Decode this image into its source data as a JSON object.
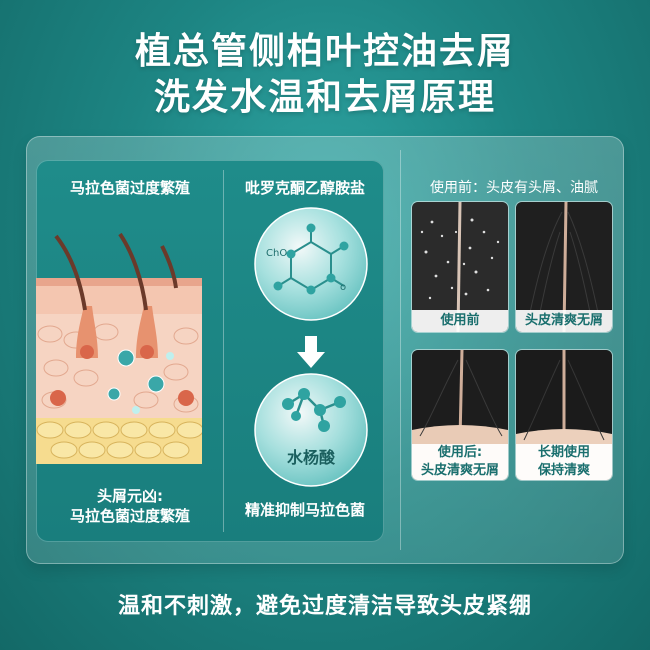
{
  "title": {
    "line1": "植总管侧柏叶控油去屑",
    "line2": "洗发水温和去屑原理"
  },
  "left_panel": {
    "top_label": "马拉色菌过度繁殖",
    "bottom_label_line1": "头屑元凶:",
    "bottom_label_line2": "马拉色菌过度繁殖"
  },
  "middle_panel": {
    "top_label": "吡罗克酮乙醇胺盐",
    "molecule_text": "ChO",
    "molecule_atom": "o",
    "product_label": "水杨酸",
    "bottom_label": "精准抑制马拉色菌"
  },
  "right_panel": {
    "header": "使用前：头皮有头屑、油腻",
    "photos": [
      {
        "caption_line1": "使用前",
        "caption_line2": ""
      },
      {
        "caption_line1": "头皮清爽无屑",
        "caption_line2": ""
      },
      {
        "caption_line1": "使用后:",
        "caption_line2": "头皮清爽无屑"
      },
      {
        "caption_line1": "长期使用",
        "caption_line2": "保持清爽"
      }
    ]
  },
  "footer": "温和不刺激，避免过度清洁导致头皮紧绷",
  "colors": {
    "teal_bg": "#1d8583",
    "skin_pink": "#f2b9a2",
    "fat_yellow": "#f6dc8f",
    "bubble": "#bff0ee"
  }
}
